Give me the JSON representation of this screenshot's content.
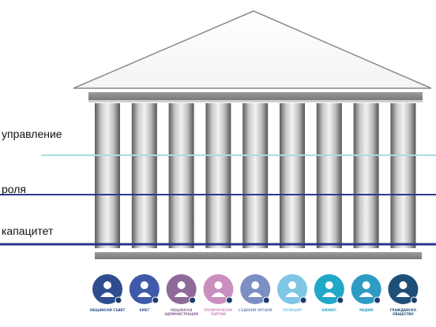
{
  "levels": [
    {
      "label": "управление",
      "color": "#a8dedd"
    },
    {
      "label": "роля",
      "color": "#2e3a8c"
    },
    {
      "label": "капацитет",
      "color": "#2a3590"
    }
  ],
  "pillar_count": 9,
  "icons": [
    {
      "name": "parliament-icon",
      "caption": "ОБЩИНСКИ СЪВЕТ",
      "color": "#2f4d8e"
    },
    {
      "name": "mayor-icon",
      "caption": "КМЕТ",
      "color": "#3f5aa8"
    },
    {
      "name": "administration-icon",
      "caption": "ОБЩИНСКА АДМИНИСТРАЦИЯ",
      "color": "#8e6a98"
    },
    {
      "name": "political-parties-icon",
      "caption": "ПОЛИТИЧЕСКИ ПАРТИИ",
      "color": "#c98fbe"
    },
    {
      "name": "justice-icon",
      "caption": "СЪДЕБНИ ОРГАНИ",
      "color": "#7c8fc5"
    },
    {
      "name": "police-icon",
      "caption": "ПОЛИЦИЯ",
      "color": "#7fc6e6"
    },
    {
      "name": "business-icon",
      "caption": "БИЗНЕС",
      "color": "#1fa8c8"
    },
    {
      "name": "media-icon",
      "caption": "МЕДИИ",
      "color": "#2d9bc4"
    },
    {
      "name": "civil-society-icon",
      "caption": "ГРАЖДАНСКО ОБЩЕСТВО",
      "color": "#1e4f78"
    }
  ]
}
